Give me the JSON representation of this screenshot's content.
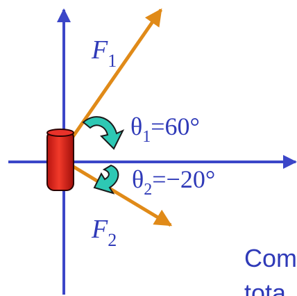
{
  "diagram": {
    "force1": {
      "letter": "F",
      "subscript": "1"
    },
    "force2": {
      "letter": "F",
      "subscript": "2"
    },
    "angle1": {
      "symbol": "θ",
      "subscript": "1",
      "value": "=60°"
    },
    "angle2": {
      "symbol": "θ",
      "subscript": "2",
      "value": "=−20°"
    },
    "clipped_text": {
      "line1": "Com",
      "line2": "tota"
    }
  },
  "colors": {
    "axis": "#3b46c8",
    "force_arrow": "#e08a18",
    "label_text": "#2f3ab8",
    "puck": "#d82018",
    "angle_arrow": "#2ec8b4"
  }
}
